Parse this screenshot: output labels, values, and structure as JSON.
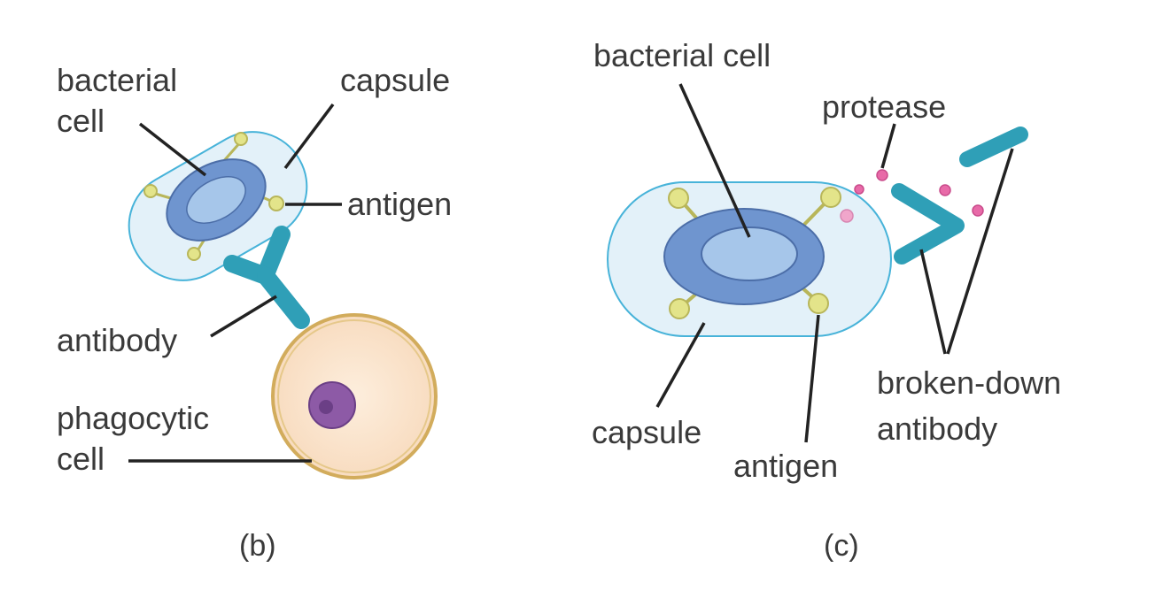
{
  "panel_b": {
    "labels": {
      "bacterial_cell_1": "bacterial",
      "bacterial_cell_2": "cell",
      "capsule": "capsule",
      "antigen": "antigen",
      "antibody": "antibody",
      "phagocytic_cell_1": "phagocytic",
      "phagocytic_cell_2": "cell"
    },
    "caption": "(b)"
  },
  "panel_c": {
    "labels": {
      "bacterial_cell": "bacterial cell",
      "protease": "protease",
      "capsule": "capsule",
      "antigen": "antigen",
      "broken_down_antibody_1": "broken-down",
      "broken_down_antibody_2": "antibody"
    },
    "caption": "(c)"
  },
  "colors": {
    "capsule_fill": "#e3f1f9",
    "capsule_stroke": "#47b3d9",
    "cell_outer": "#6f95cf",
    "cell_inner": "#a6c6ea",
    "antigen": "#e3e48a",
    "antibody": "#2f9fb7",
    "phagocyte_fill": "#fbe4cf",
    "phagocyte_stroke": "#d2ac5c",
    "nucleus": "#8d5aa6",
    "protease": "#e86aa8",
    "leader": "#222222"
  }
}
